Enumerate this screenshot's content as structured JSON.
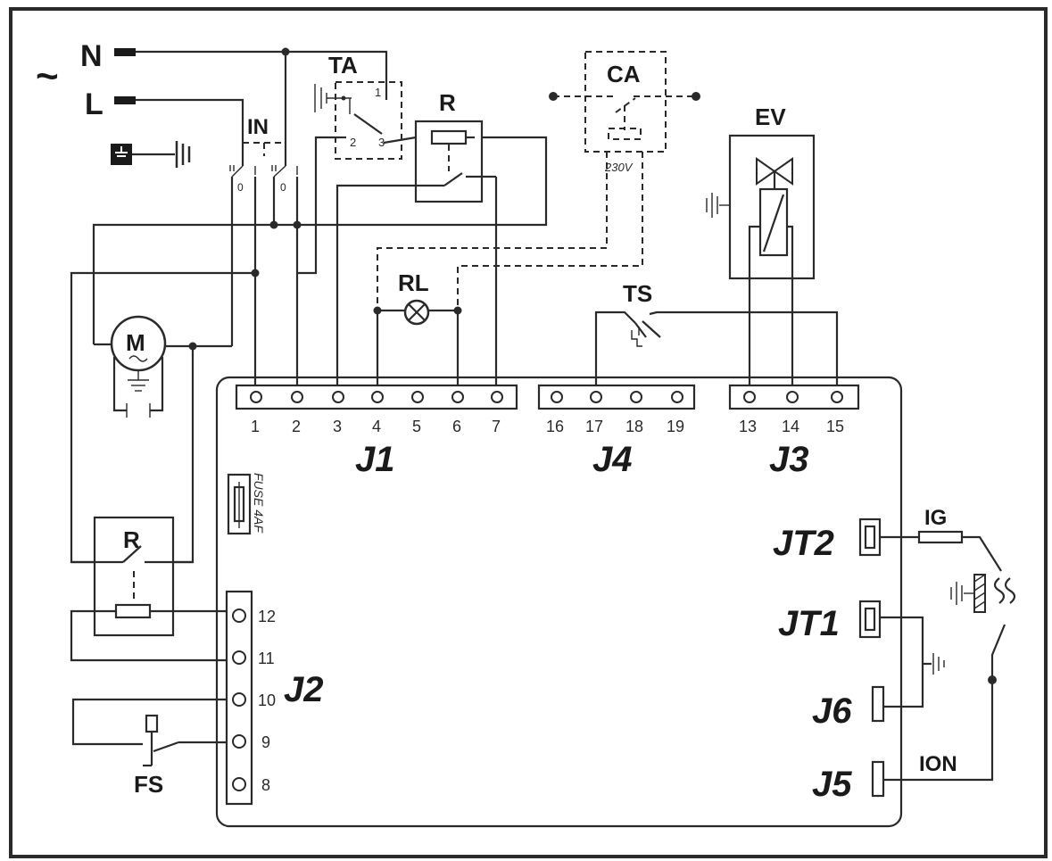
{
  "supply": {
    "neutral": "N",
    "line": "L",
    "ac_symbol": "~"
  },
  "components": {
    "main_switch": "IN",
    "room_thermostat": "TA",
    "room_thermostat_pins": [
      "1",
      "2",
      "3"
    ],
    "relay_top": "R",
    "relay_bottom": "R",
    "fan_motor": "M",
    "chrono": "CA",
    "chrono_voltage": "230V",
    "gas_valve": "EV",
    "signal_lamp": "RL",
    "safety_thermostat": "TS",
    "flow_switch": "FS",
    "igniter": "IG",
    "ionization": "ION",
    "fuse": "FUSE 4AF",
    "switch_positions": [
      "0",
      "0"
    ]
  },
  "connectors": {
    "j1": {
      "label": "J1",
      "pins": [
        "1",
        "2",
        "3",
        "4",
        "5",
        "6",
        "7"
      ]
    },
    "j4": {
      "label": "J4",
      "pins": [
        "16",
        "17",
        "18",
        "19"
      ]
    },
    "j3": {
      "label": "J3",
      "pins": [
        "13",
        "14",
        "15"
      ]
    },
    "j2": {
      "label": "J2",
      "pins": [
        "12",
        "11",
        "10",
        "9",
        "8"
      ]
    },
    "jt2": "JT2",
    "jt1": "JT1",
    "j6": "J6",
    "j5": "J5"
  }
}
